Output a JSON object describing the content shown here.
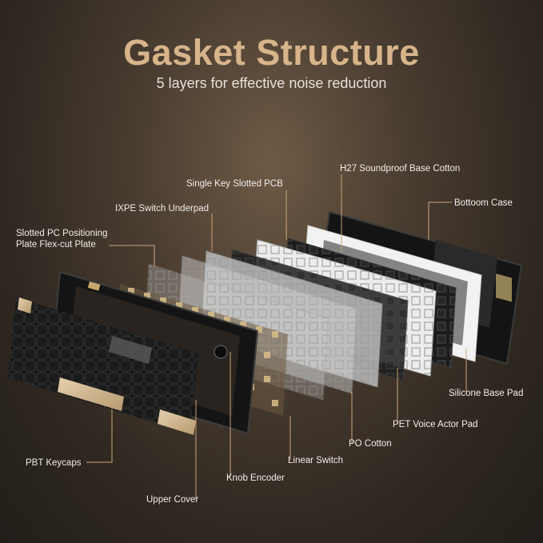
{
  "header": {
    "title": "Gasket Structure",
    "subtitle": "5 layers for effective noise reduction"
  },
  "labels": {
    "h27_cotton": "H27 Soundproof Base Cotton",
    "slotted_pcb": "Single Key Slotted PCB",
    "bottom_case": "Bottoom Case",
    "ixpe": "IXPE Switch Underpad",
    "plate_line1": "Slotted PC Positioning",
    "plate_line2": "Plate Flex-cut Plate",
    "silicone_pad": "Silicone Base Pad",
    "pet_pad": "PET Voice Actor Pad",
    "po_cotton": "PO Cotton",
    "linear_switch": "Linear Switch",
    "keycaps": "PBT Keycaps",
    "knob": "Knob Encoder",
    "upper_cover": "Upper Cover"
  },
  "colors": {
    "title": "#d7b48a",
    "text": "#f1ede8",
    "leader": "#c9a57a"
  }
}
